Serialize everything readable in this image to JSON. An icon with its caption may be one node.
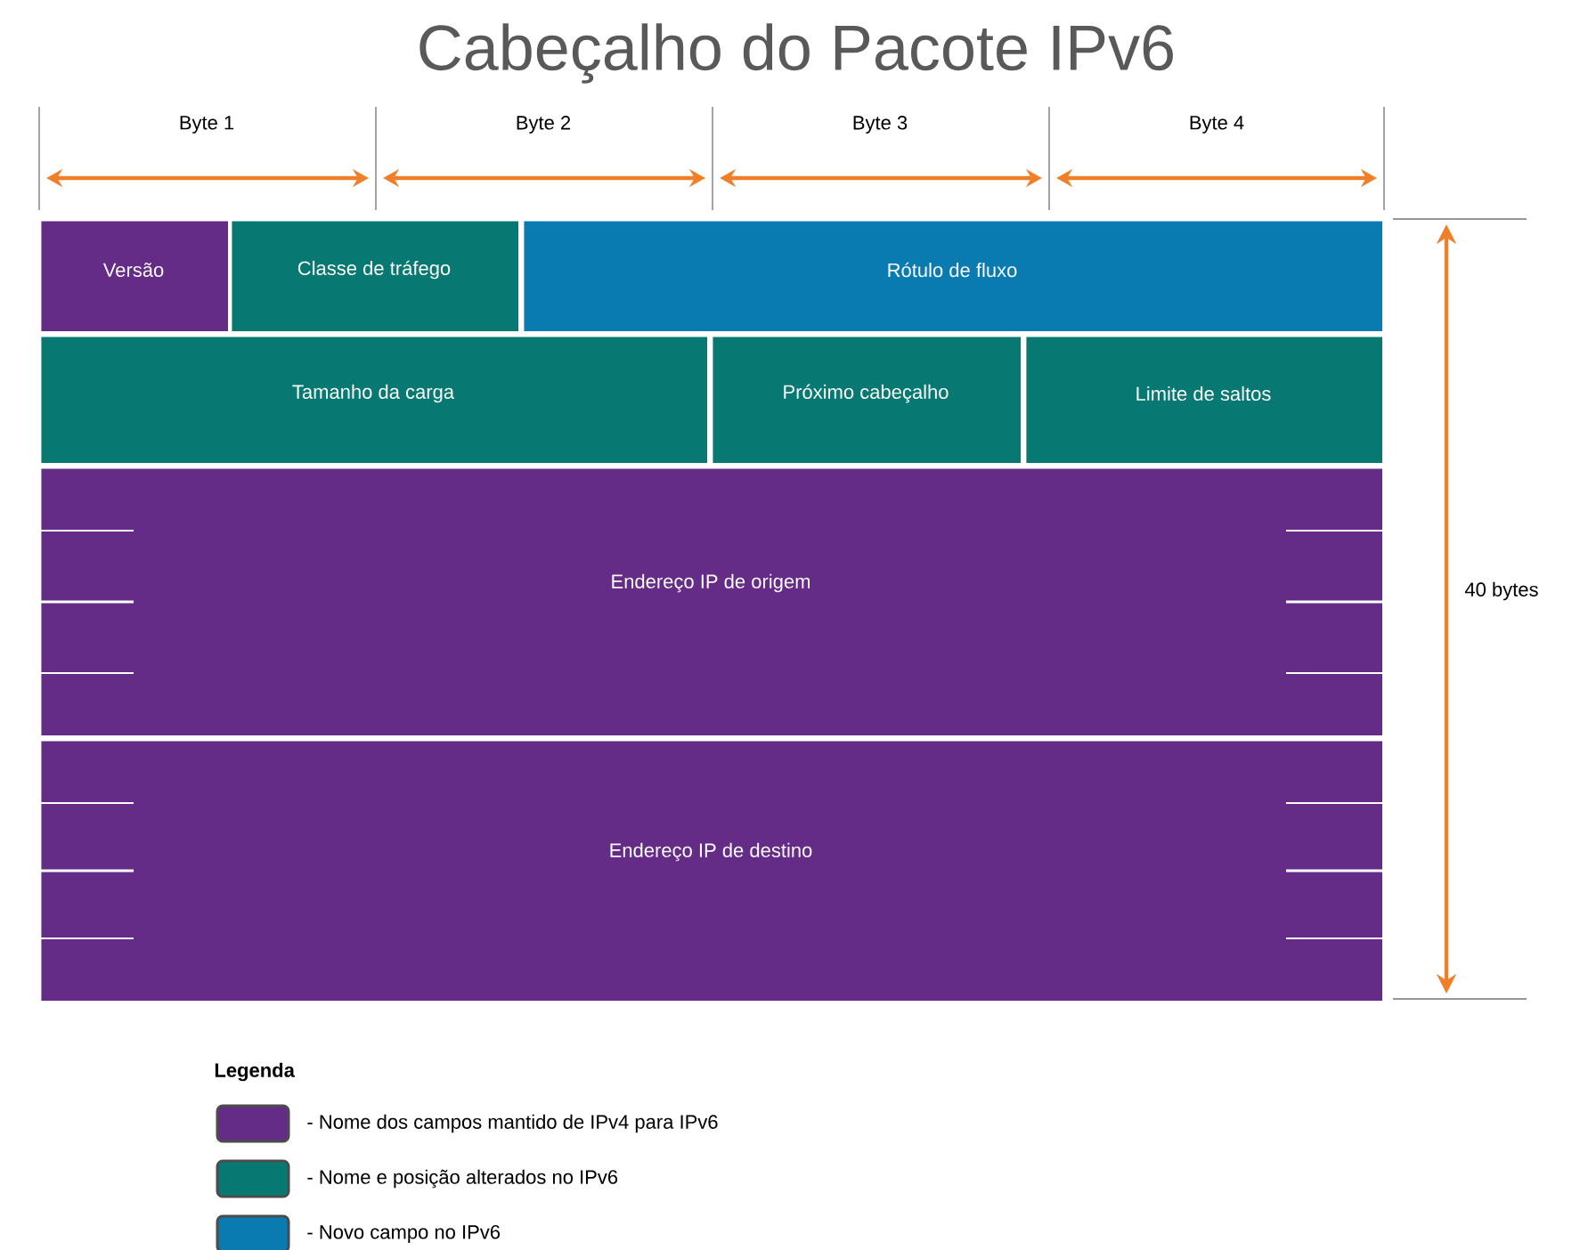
{
  "diagram": {
    "title": "Cabeçalho do Pacote IPv6",
    "nodes": [
      {
        "text": [
          "Versão"
        ]
      },
      {
        "text": [
          "Classe de tráfego"
        ]
      },
      {
        "text": [
          "Rótulo de fluxo"
        ]
      },
      {
        "text": [
          "Tamanho da carga"
        ]
      },
      {
        "text": [
          "Próximo cabeçalho"
        ]
      },
      {
        "text": [
          "Limite de saltos"
        ]
      },
      {
        "text": [
          "Endereço IP de origem"
        ]
      },
      {
        "text": [
          "Endereço IP de destino"
        ]
      }
    ],
    "labels": [
      "Byte 1",
      "Byte 2",
      "Byte 3",
      "Byte 4",
      "40 bytes",
      "Legenda"
    ],
    "legend": [
      {
        "text": "- Nome dos campos mantido de IPv4 para IPv6",
        "color": "#642b87"
      },
      {
        "text": "- Nome e posição alterados no IPv6",
        "color": "#087872"
      },
      {
        "text": "- Novo campo no IPv6",
        "color": "#0a7bb0"
      }
    ]
  }
}
